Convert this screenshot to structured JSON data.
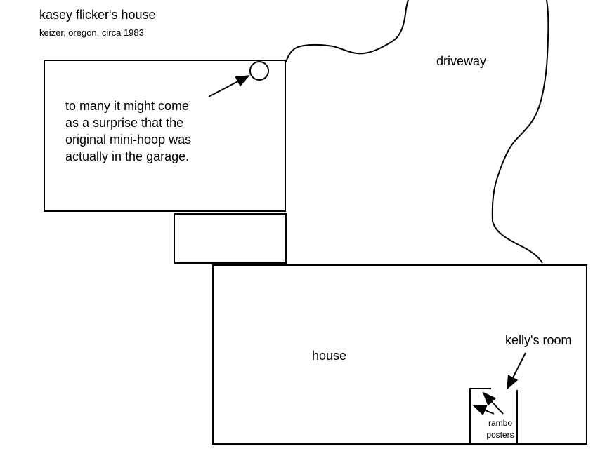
{
  "title": "kasey flicker's house",
  "subtitle": "keizer, oregon, circa 1983",
  "labels": {
    "driveway": "driveway",
    "house": "house",
    "kellys_room": "kelly's room",
    "rambo_posters": [
      "rambo",
      "posters"
    ]
  },
  "note_lines": [
    "to many it might come",
    "as a surprise that the",
    "original mini-hoop was",
    "actually in the garage."
  ],
  "colors": {
    "ink": "#000000",
    "background": "#ffffff"
  }
}
